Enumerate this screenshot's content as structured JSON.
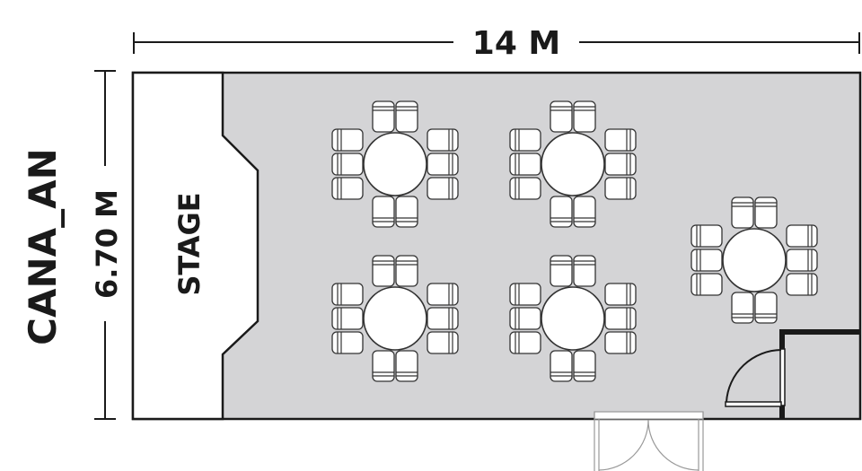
{
  "title": "CANA_AN",
  "width_label": "14 M",
  "height_label": "6.70 M",
  "stage_label": "STAGE",
  "colors": {
    "floor": "#d4d4d6",
    "wall": "#1a1a1a",
    "furniture": "#ffffff"
  },
  "tables": {
    "count": 5,
    "chairs_per_table": 10
  }
}
